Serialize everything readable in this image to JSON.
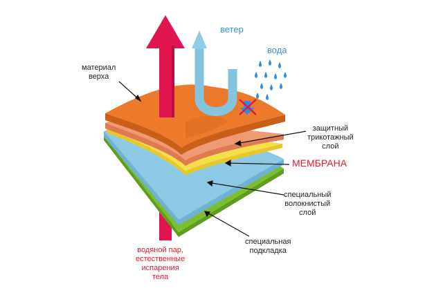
{
  "labels": {
    "wind": "ветер",
    "water": "вода",
    "outer": [
      "материал",
      "верха"
    ],
    "knit": [
      "защитный",
      "трикотажный",
      "слой"
    ],
    "membrane": "МЕМБРАНА",
    "fiber": [
      "специальный",
      "волокнистый",
      "слой"
    ],
    "lining": [
      "специальная",
      "подкладка"
    ],
    "vapor": [
      "водяной пар,",
      "естественные",
      "испарения",
      "тела"
    ]
  },
  "colors": {
    "outer_layer": "#ec7a2a",
    "knit_layer": "#ef9a72",
    "membrane_layer": "#f6e04a",
    "fiber_layer": "#8cc9e4",
    "lining_layer": "#7cbf2e",
    "vapor_arrow": "#e0144f",
    "wind_arrow": "#8fcde6",
    "water_drops": "#2f8fd8",
    "label_accent": "#e8192c",
    "label_blue": "#3a8fd6"
  },
  "icons": [
    "vapor-arrow-icon",
    "wind-arrow-icon",
    "water-drops-icon",
    "blocked-water-icon"
  ]
}
